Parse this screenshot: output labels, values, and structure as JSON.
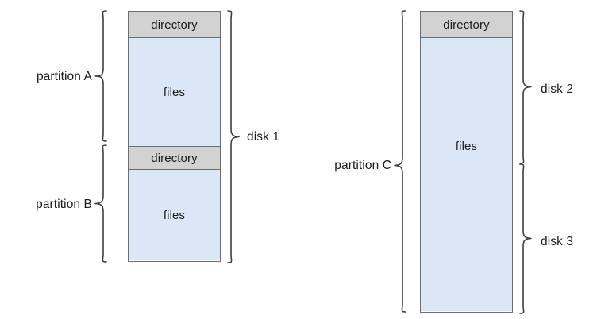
{
  "figure": {
    "type": "diagram",
    "subject": "disk partitions and file systems",
    "background_color": "#ffffff",
    "colors": {
      "directory_band": "#d2d2d2",
      "files_band": "#d9e7f7",
      "outline": "#6b6f73",
      "text": "#1b1b1b"
    }
  },
  "disks": [
    {
      "id": "left-disk",
      "segments": [
        {
          "id": "a-directory",
          "label": "directory",
          "kind": "directory"
        },
        {
          "id": "a-files",
          "label": "files",
          "kind": "files"
        },
        {
          "id": "b-directory",
          "label": "directory",
          "kind": "directory"
        },
        {
          "id": "b-files",
          "label": "files",
          "kind": "files"
        }
      ],
      "left_braces": [
        {
          "id": "partition-a",
          "label": "partition A"
        },
        {
          "id": "partition-b",
          "label": "partition B"
        }
      ],
      "right_braces": [
        {
          "id": "disk-1",
          "label": "disk 1"
        }
      ]
    },
    {
      "id": "right-disk",
      "segments": [
        {
          "id": "c-directory",
          "label": "directory",
          "kind": "directory"
        },
        {
          "id": "c-files",
          "label": "files",
          "kind": "files"
        }
      ],
      "left_braces": [
        {
          "id": "partition-c",
          "label": "partition C"
        }
      ],
      "right_braces": [
        {
          "id": "disk-2",
          "label": "disk 2"
        },
        {
          "id": "disk-3",
          "label": "disk 3"
        }
      ]
    }
  ]
}
